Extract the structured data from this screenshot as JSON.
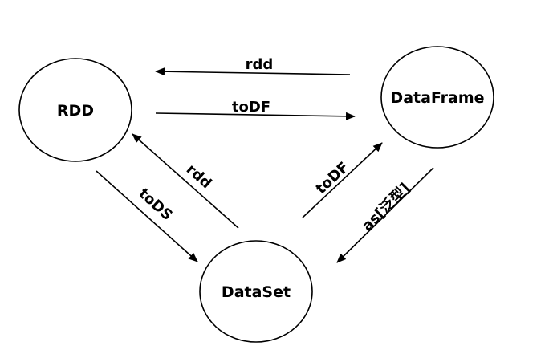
{
  "nodes": {
    "rdd": {
      "label": "RDD"
    },
    "dataframe": {
      "label": "DataFrame"
    },
    "dataset": {
      "label": "DataSet"
    }
  },
  "edges": {
    "df_to_rdd": {
      "label": "rdd"
    },
    "rdd_to_df": {
      "label": "toDF"
    },
    "ds_to_rdd": {
      "label": "rdd"
    },
    "rdd_to_ds": {
      "label": "toDS"
    },
    "ds_to_df": {
      "label": "toDF"
    },
    "df_to_ds": {
      "label": "as[泛型]"
    }
  },
  "colors": {
    "stroke": "#000000",
    "background": "#ffffff"
  }
}
